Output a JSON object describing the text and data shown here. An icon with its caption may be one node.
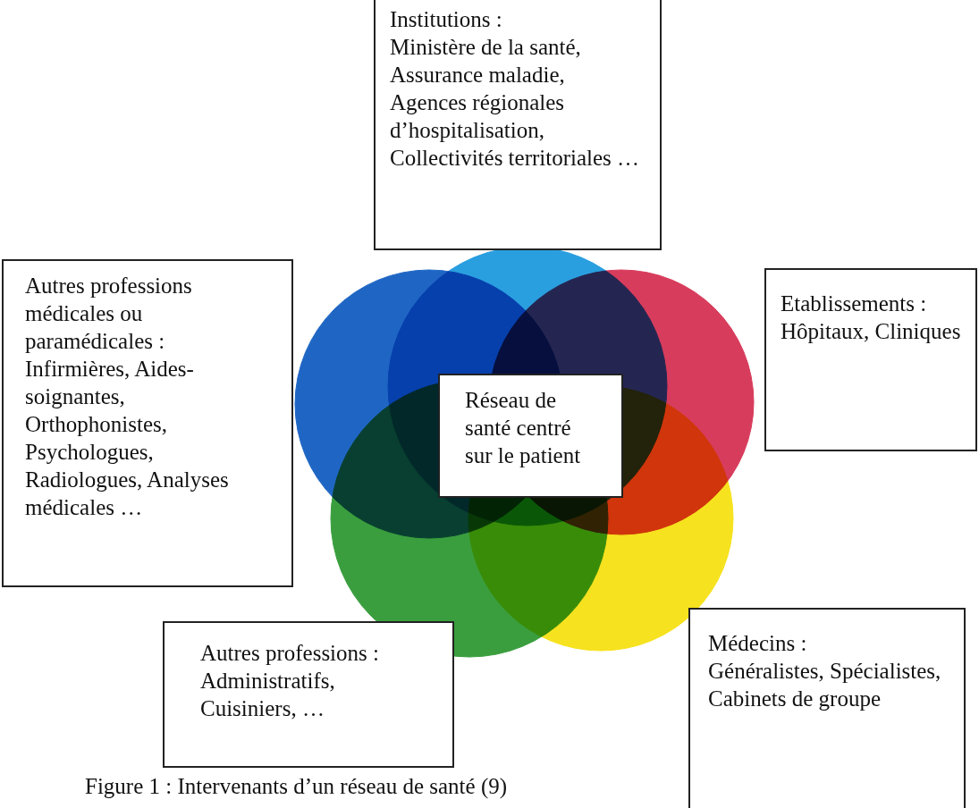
{
  "diagram": {
    "caption": "Figure 1 : Intervenants d’un réseau de santé (9)",
    "nodes": [
      {
        "text": [
          "Institutions :",
          "Ministère de la santé, Assurance maladie, Agences régionales d’hospitalisation, Collectivités territoriales …"
        ]
      },
      {
        "text": [
          "Autres professions médicales ou paramédicales :",
          "Infirmières, Aides-soignantes, Orthophonistes, Psychologues, Radiologues, Analyses médicales …"
        ]
      },
      {
        "text": [
          "Etablissements :",
          "Hôpitaux, Cliniques"
        ]
      },
      {
        "text": [
          "Réseau de santé centré sur le patient"
        ]
      },
      {
        "text": [
          "Autres professions :",
          "Administratifs, Cuisiniers, …"
        ]
      },
      {
        "text": [
          "Médecins :",
          "Généralistes, Spécialistes, Cabinets de groupe"
        ]
      }
    ],
    "edges": []
  }
}
